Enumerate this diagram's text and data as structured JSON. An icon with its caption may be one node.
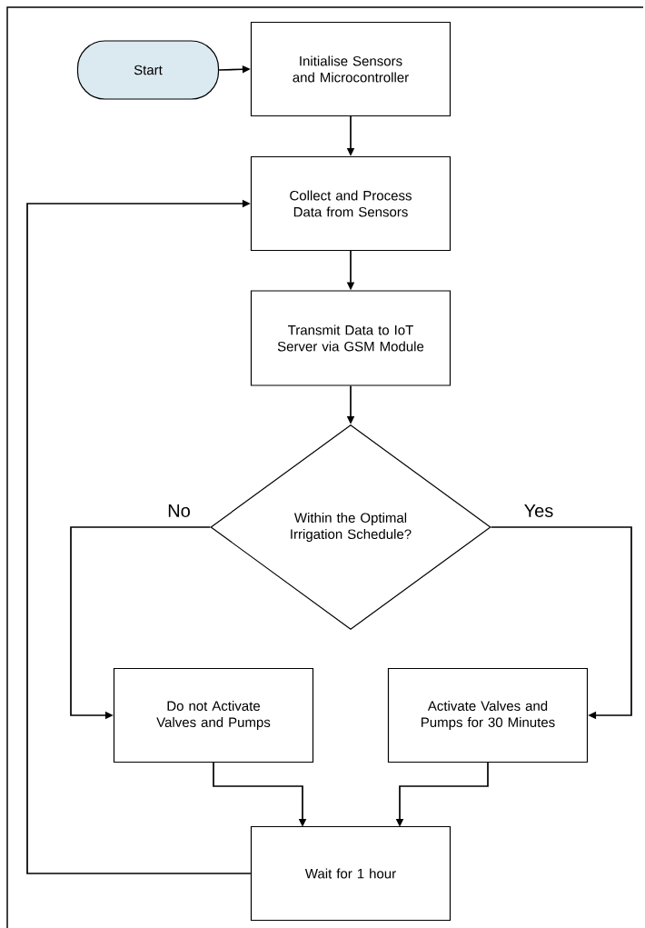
{
  "diagram": {
    "nodes": [
      {
        "text": [
          "Start"
        ]
      },
      {
        "text": [
          "Initialise Sensors and Microcontroller"
        ]
      },
      {
        "text": [
          "Collect and Process Data from Sensors"
        ]
      },
      {
        "text": [
          "Transmit Data to IoT Server via GSM Module"
        ]
      },
      {
        "text": [
          "Within the Optimal Irrigation Schedule?"
        ]
      },
      {
        "text": [
          "Do not Activate Valves and Pumps"
        ]
      },
      {
        "text": [
          "Activate Valves and Pumps for 30 Minutes"
        ]
      },
      {
        "text": [
          "Wait for 1 hour"
        ]
      }
    ],
    "edges": [
      {
        "from": 0,
        "to": 1,
        "arrow": "to"
      },
      {
        "from": 1,
        "to": 2,
        "arrow": "to"
      },
      {
        "from": 2,
        "to": 3,
        "arrow": "to"
      },
      {
        "from": 3,
        "to": 4,
        "arrow": "to"
      },
      {
        "from": 4,
        "to": 5,
        "arrow": "to",
        "label": "No"
      },
      {
        "from": 4,
        "to": 6,
        "arrow": "to",
        "label": "Yes"
      },
      {
        "from": 5,
        "to": 7,
        "arrow": "to"
      },
      {
        "from": 6,
        "to": 7,
        "arrow": "to"
      },
      {
        "from": 7,
        "to": 2,
        "arrow": "to"
      }
    ]
  }
}
